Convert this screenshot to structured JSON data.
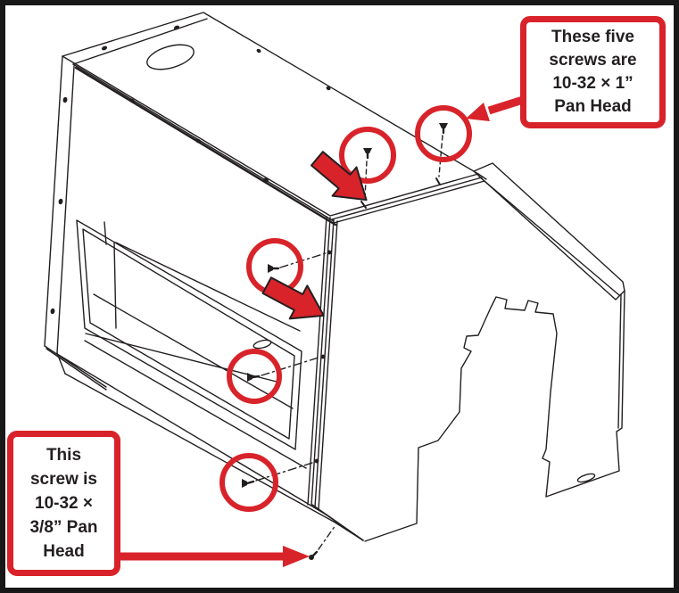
{
  "diagram": {
    "callouts": {
      "five_screws": {
        "text": "These five\nscrews are\n10-32 × 1”\nPan Head"
      },
      "single_screw": {
        "text": "This\nscrew is\n10-32 ×\n3/8” Pan\nHead"
      }
    },
    "colors": {
      "annotation_red": "#d8232a",
      "line_black": "#231f20",
      "background": "#ffffff",
      "page_frame": "#181818"
    },
    "annotations": {
      "highlight_circle_count": 5,
      "insertion_arrow_count": 2
    }
  }
}
